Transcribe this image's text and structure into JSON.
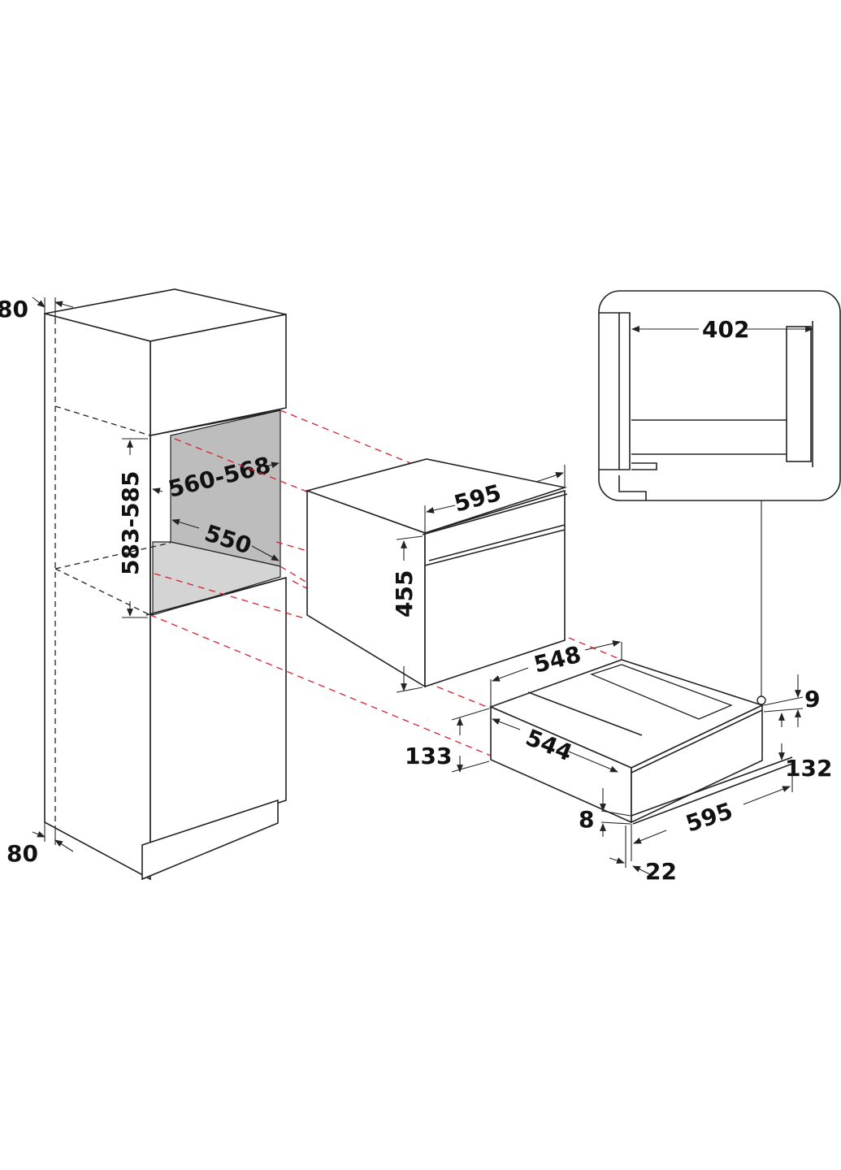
{
  "diagram": {
    "colors": {
      "stroke": "#222222",
      "projection": "#d8202a",
      "niche_fill": "#bdbdbd",
      "niche_floor": "#d4d4d4"
    },
    "dimensions": {
      "cabinet_top_offset": "80",
      "cabinet_bottom_offset": "80",
      "niche_height": "583-585",
      "niche_width": "560-568",
      "niche_depth": "550",
      "oven_width": "595",
      "oven_height": "455",
      "drawer_depth": "548",
      "drawer_inner_width": "544",
      "drawer_height_total": "133",
      "drawer_front_top": "9",
      "drawer_front_height": "132",
      "drawer_bottom_gap": "8",
      "drawer_width": "595",
      "drawer_front_thickness": "22",
      "detail_inner_width": "402"
    }
  }
}
